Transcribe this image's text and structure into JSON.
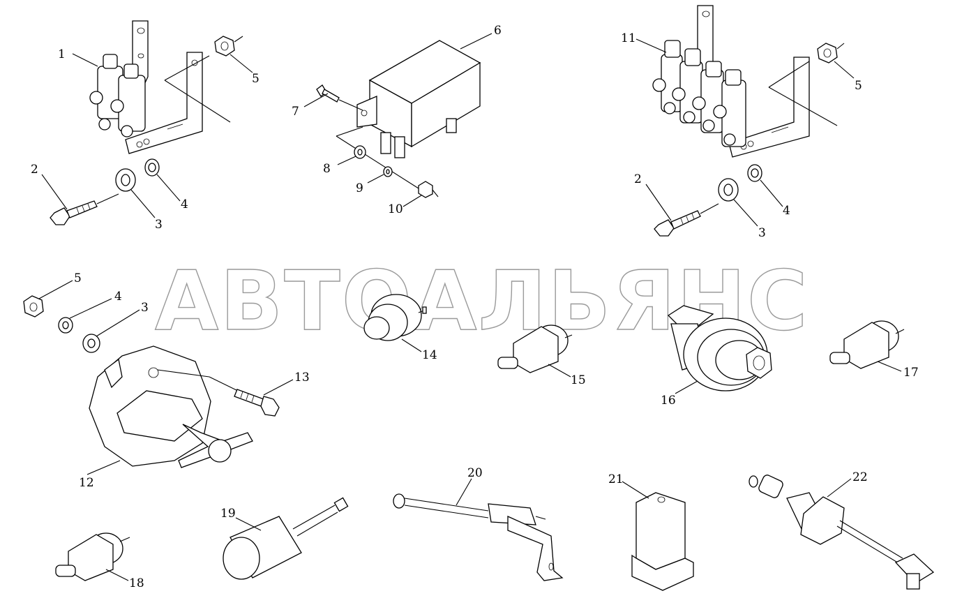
{
  "watermark": "АВТОАЛЬЯНС",
  "callouts": {
    "c1": "1",
    "c2a": "2",
    "c3a": "3",
    "c4a": "4",
    "c5a": "5",
    "c6": "6",
    "c7": "7",
    "c8": "8",
    "c9": "9",
    "c10": "10",
    "c11": "11",
    "c5b": "5",
    "c2b": "2",
    "c3b": "3",
    "c4b": "4",
    "c5c": "5",
    "c4c": "4",
    "c3c": "3",
    "c13": "13",
    "c12": "12",
    "c14": "14",
    "c15": "15",
    "c16": "16",
    "c17": "17",
    "c18": "18",
    "c19": "19",
    "c20": "20",
    "c21": "21",
    "c22": "22"
  }
}
